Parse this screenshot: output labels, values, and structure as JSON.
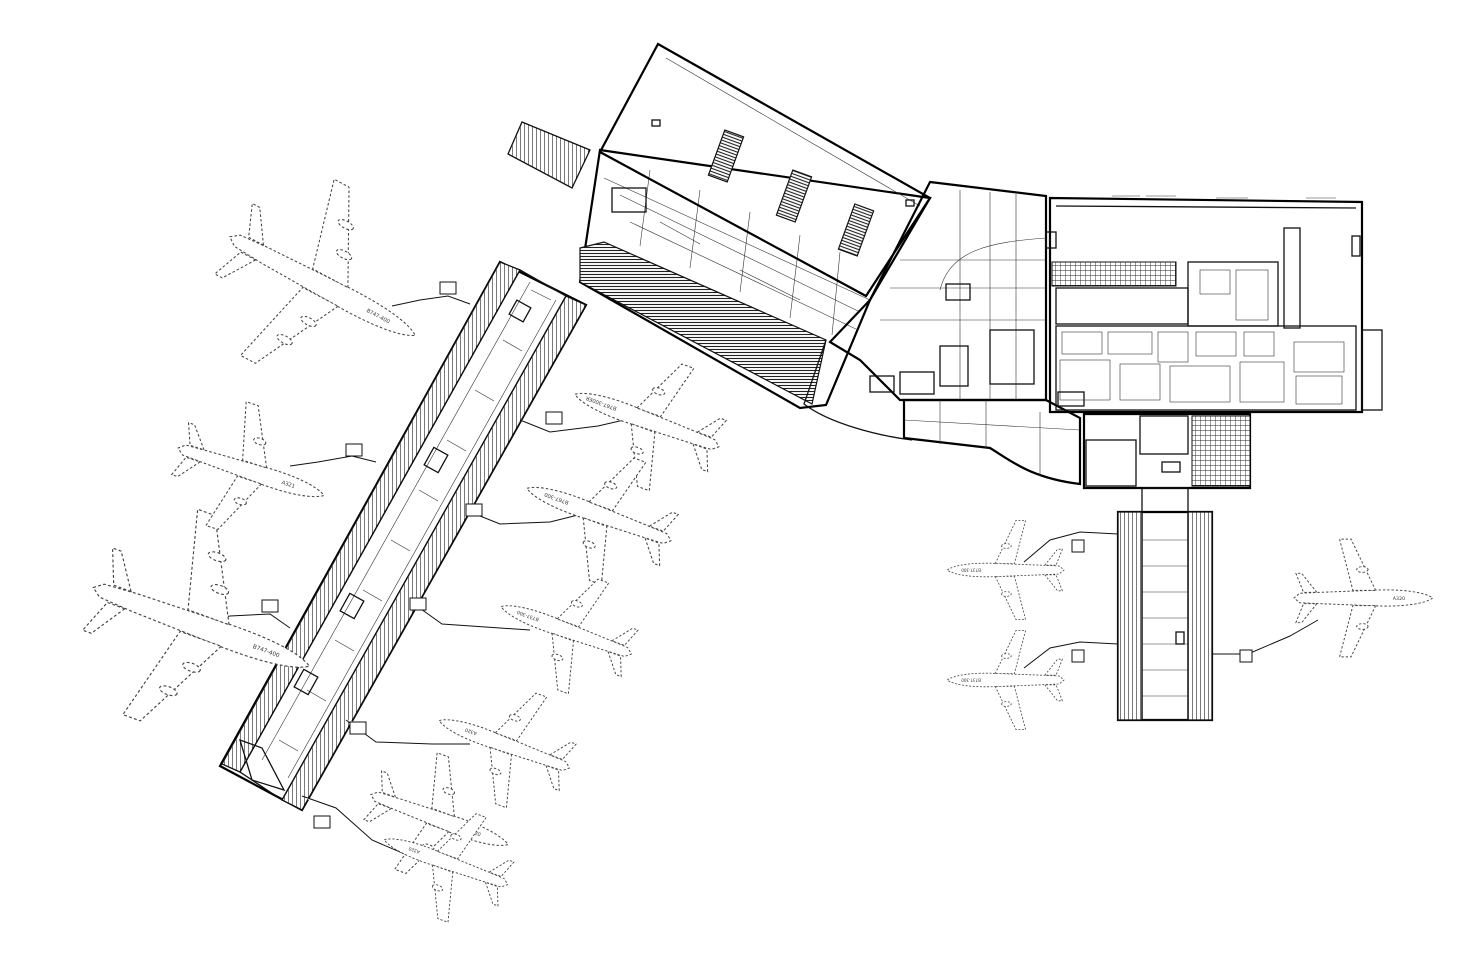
{
  "drawing": {
    "line_color": "#111111",
    "background": "#ffffff"
  },
  "aircraft": [
    {
      "label": "B747-400"
    },
    {
      "label": "B747-400"
    },
    {
      "label": "A321"
    },
    {
      "label": "B767-300ER"
    },
    {
      "label": "B767-300"
    },
    {
      "label": "B737-300"
    },
    {
      "label": "A320"
    },
    {
      "label": "A320"
    },
    {
      "label": "A320"
    },
    {
      "label": "B737-300"
    },
    {
      "label": "B737-300"
    },
    {
      "label": "A320"
    }
  ]
}
